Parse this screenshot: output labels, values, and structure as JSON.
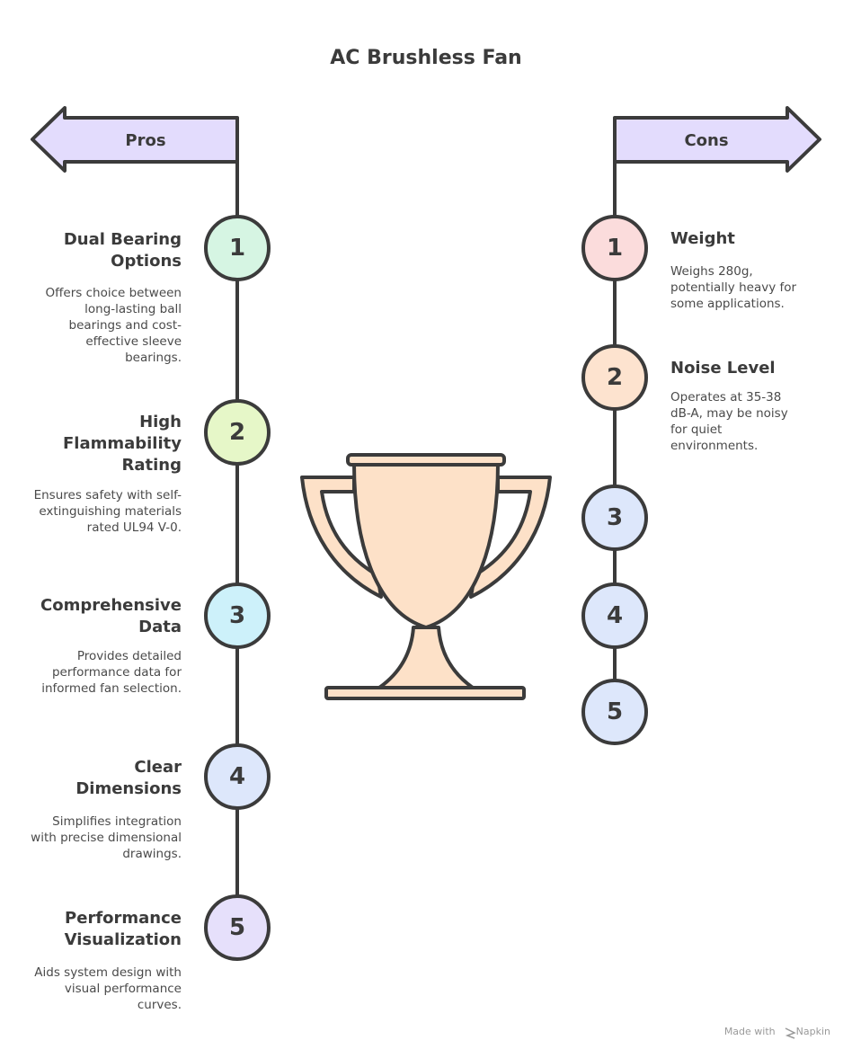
{
  "title": "AC Brushless Fan",
  "pros": {
    "label": "Pros",
    "items": [
      {
        "number": "1",
        "title": "Dual Bearing Options",
        "description": "Offers choice between long-lasting ball bearings and cost-effective sleeve bearings.",
        "color": "#d6f5e3"
      },
      {
        "number": "2",
        "title": "High Flammability Rating",
        "description": "Ensures safety with self-extinguishing materials rated UL94 V-0.",
        "color": "#e6f7c8"
      },
      {
        "number": "3",
        "title": "Comprehensive Data",
        "description": "Provides detailed performance data for informed fan selection.",
        "color": "#cdf1fa"
      },
      {
        "number": "4",
        "title": "Clear Dimensions",
        "description": "Simplifies integration with precise dimensional drawings.",
        "color": "#dde7fb"
      },
      {
        "number": "5",
        "title": "Performance Visualization",
        "description": "Aids system design with visual performance curves.",
        "color": "#e6e0fb"
      }
    ]
  },
  "cons": {
    "label": "Cons",
    "items": [
      {
        "number": "1",
        "title": "Weight",
        "description": "Weighs 280g, potentially heavy for some applications.",
        "color": "#fbdcdc"
      },
      {
        "number": "2",
        "title": "Noise Level",
        "description": "Operates at 35-38 dB-A, may be noisy for quiet environments.",
        "color": "#fde3cf"
      },
      {
        "number": "3",
        "title": "",
        "description": "",
        "color": "#dde7fb"
      },
      {
        "number": "4",
        "title": "",
        "description": "",
        "color": "#dde7fb"
      },
      {
        "number": "5",
        "title": "",
        "description": "",
        "color": "#dde7fb"
      }
    ]
  },
  "colors": {
    "banner": "#e3dcfd",
    "trophy": "#fde1c8",
    "stroke": "#3b3b3b"
  },
  "icons": {
    "center": "trophy-icon"
  },
  "footer": {
    "made_with": "Made with",
    "brand": "Napkin"
  }
}
